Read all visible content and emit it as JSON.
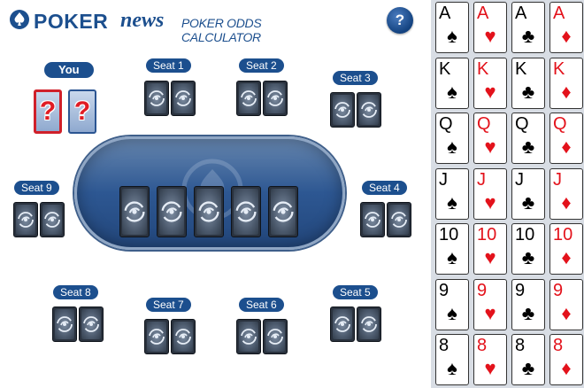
{
  "header": {
    "logo_poker": "POKER",
    "logo_news": "news",
    "subtitle": "POKER ODDS CALCULATOR",
    "help_label": "?"
  },
  "seats": {
    "you": "You",
    "seat1": "Seat 1",
    "seat2": "Seat 2",
    "seat3": "Seat 3",
    "seat4": "Seat 4",
    "seat5": "Seat 5",
    "seat6": "Seat 6",
    "seat7": "Seat 7",
    "seat8": "Seat 8",
    "seat9": "Seat 9"
  },
  "hole_cards": [
    "?",
    "?"
  ],
  "deck": {
    "ranks": [
      "A",
      "K",
      "Q",
      "J",
      "10",
      "9",
      "8"
    ],
    "suits": [
      {
        "symbol": "♠",
        "color": "black"
      },
      {
        "symbol": "♥",
        "color": "red"
      },
      {
        "symbol": "♣",
        "color": "black"
      },
      {
        "symbol": "♦",
        "color": "red"
      }
    ]
  },
  "colors": {
    "brand_blue": "#1c4f8e",
    "suit_red": "#e3121b",
    "selected_border": "#d0202a"
  }
}
